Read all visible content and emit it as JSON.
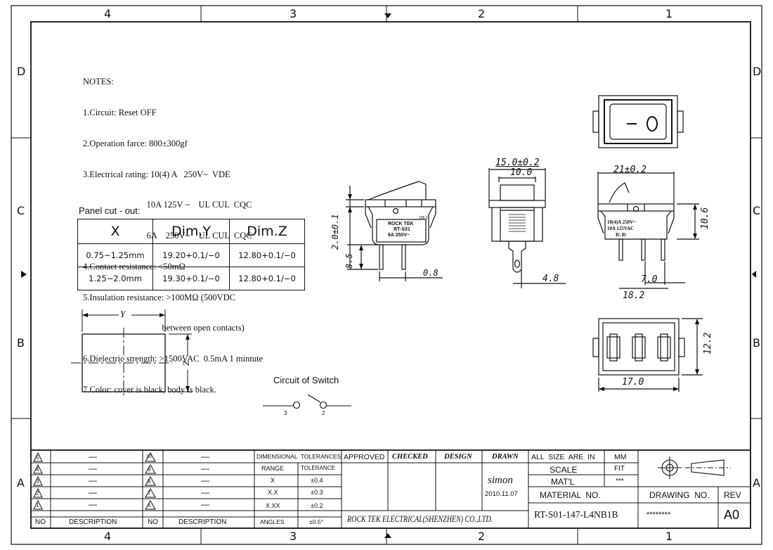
{
  "zones": {
    "top": [
      "4",
      "3",
      "2",
      "1"
    ],
    "bottom": [
      "4",
      "3",
      "2",
      "1"
    ],
    "left": [
      "D",
      "C",
      "B",
      "A"
    ],
    "right": [
      "D",
      "C",
      "B",
      "A"
    ]
  },
  "notes": {
    "lines": [
      "NOTES:",
      "1.Circuit: Reset OFF",
      "2.Operation farce: 800±300gf",
      "3.Electrical rating: 10(4) A   250V~  VDE",
      "                             10A 125V ~    UL CUL  CQC",
      "                             6A    250V~    UL CUL  CQC",
      "4.Contact resistance: <50mΩ",
      "5.Insulation resistance: >100MΩ (500VDC",
      "                                    between open contacts)",
      "6.Dielectric strength: >1500VAC  0.5mA 1 mintute",
      "7.Color: cover is black, body is black."
    ]
  },
  "panel_cutout": {
    "title": "Panel cut - out:",
    "headers": [
      "X",
      "Dim.Y",
      "Dim.Z"
    ],
    "rows": [
      [
        "0.75~1.25mm",
        "19.20+0.1/−0",
        "12.80+0.1/−0"
      ],
      [
        "1.25~2.0mm",
        "19.30+0.1/−0",
        "12.80+0.1/−0"
      ]
    ]
  },
  "cutout_drawing": {
    "y_label": "Y",
    "z_label": "Z"
  },
  "circuit": {
    "title": "Circuit  of  Switch",
    "pin_left": "3",
    "pin_right": "2"
  },
  "side_view": {
    "dims": {
      "height": "2.0±0.1",
      "pin": "8.5",
      "thickness": "0.8"
    },
    "marking": [
      "ROCK TEK",
      "RT-S01",
      "6A 250V~",
      "195.3"
    ]
  },
  "front_view": {
    "dims": {
      "width": "15.0±0.2",
      "inner": "10.0",
      "pin": "4.8"
    }
  },
  "right_view": {
    "dims": {
      "width": "21±0.2",
      "height": "10.6",
      "pin": "7.0",
      "body": "18.2"
    },
    "marking": [
      "10(4)A 250V~",
      "10A 125VAC",
      "R\\ R\\"
    ]
  },
  "bottom_view": {
    "dims": {
      "height": "12.2",
      "width": "17.0"
    }
  },
  "title_block": {
    "revisions_left": [
      {
        "no": "5",
        "desc": "—"
      },
      {
        "no": "4",
        "desc": "—"
      },
      {
        "no": "3",
        "desc": "—"
      },
      {
        "no": "2",
        "desc": "—"
      },
      {
        "no": "1",
        "desc": "—"
      }
    ],
    "revisions_right": [
      {
        "no": "10",
        "desc": "—"
      },
      {
        "no": "9",
        "desc": "—"
      },
      {
        "no": "8",
        "desc": "—"
      },
      {
        "no": "7",
        "desc": "—"
      },
      {
        "no": "6",
        "desc": "—"
      }
    ],
    "col_no": "NO",
    "col_desc": "DESCRIPTION",
    "tolerances": {
      "title": "DIMENSIONAL  TOLERANCES",
      "range_hdr": "RANGE",
      "tol_hdr": "TOLERANCE",
      "rows": [
        [
          "X",
          "±0.4"
        ],
        [
          "X.X",
          "±0.3"
        ],
        [
          "X.XX",
          "±0.2"
        ],
        [
          "ANGLES",
          "±0.5°"
        ]
      ]
    },
    "approved": "APPROVED",
    "checked": "CHECKED",
    "design": "DESIGN",
    "drawn": "DRAWN",
    "drawn_by": "simon",
    "drawn_date": "2010.11.07",
    "company": "ROCK TEK ELECTRICAL(SHENZHEN) CO.,LTD.",
    "size_label": "ALL  SIZE  ARE  IN",
    "size_value": "MM",
    "scale_label": "SCALE",
    "scale_value": "FIT",
    "material_label": "MAT'L",
    "material_value": "***",
    "material_no_label": "MATERIAL  NO.",
    "material_no_value": "RT-S01-147-L4NB1B",
    "drawing_no_label": "DRAWING  NO.",
    "drawing_no_value": "********",
    "rev_label": "REV",
    "rev_value": "A0"
  }
}
